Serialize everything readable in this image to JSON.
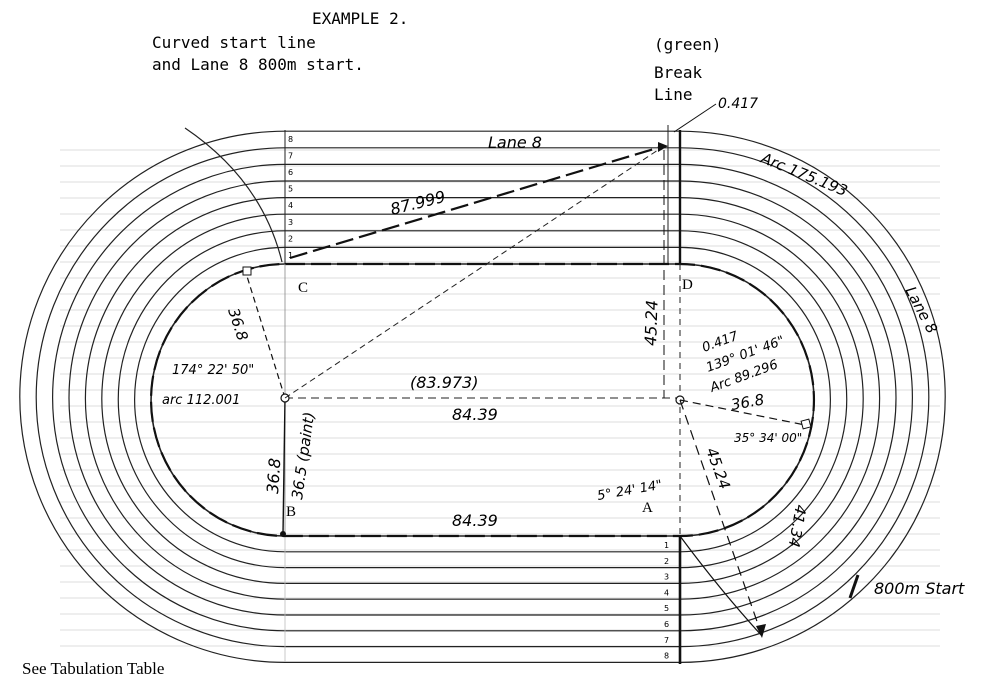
{
  "header": {
    "example": "EXAMPLE 2.",
    "subtitle_line1": "Curved start line",
    "subtitle_line2": "and Lane 8 800m start."
  },
  "break_line": {
    "color_note": "(green)",
    "label_line1": "Break",
    "label_line2": "Line",
    "offset": "0.417"
  },
  "points": {
    "A": "A",
    "B": "B",
    "C": "C",
    "D": "D"
  },
  "lane_numbers": [
    "1",
    "2",
    "3",
    "4",
    "5",
    "6",
    "7",
    "8"
  ],
  "labels": {
    "lane8_top": "Lane 8",
    "lane8_right": "Lane 8",
    "arc_outer": "Arc 175.193",
    "diag_87": "87.999",
    "radius_left_upper": "36.8",
    "angle_left": "174° 22' 50\"",
    "arc_left": "arc 112.001",
    "radius_left_lower": "36.8",
    "paint_radius": "36.5 (paint)",
    "center_line_paren": "(83.973)",
    "straight_upper": "84.39",
    "straight_lower": "84.39",
    "vertical_4524": "45.24",
    "right_0417": "0.417",
    "right_angle": "139° 01' 46\"",
    "right_arc": "Arc 89.296",
    "radius_right": "36.8",
    "angle_small": "35° 34' 00\"",
    "angle_bottom": "5° 24' 14\"",
    "diag_4524": "45.24",
    "diag_4134": "41.34",
    "start_800": "800m Start"
  },
  "footer": "See Tabulation Table"
}
